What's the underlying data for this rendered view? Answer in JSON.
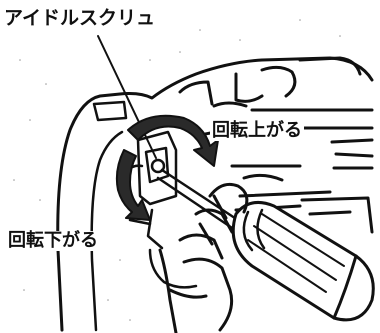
{
  "labels": {
    "idle_screw": "アイドルスクリュ",
    "rotate_up": "回転上がる",
    "rotate_down": "回転下がる"
  },
  "colors": {
    "ink": "#111111",
    "background": "#ffffff",
    "arrow_fill": "#2a2a2a"
  }
}
